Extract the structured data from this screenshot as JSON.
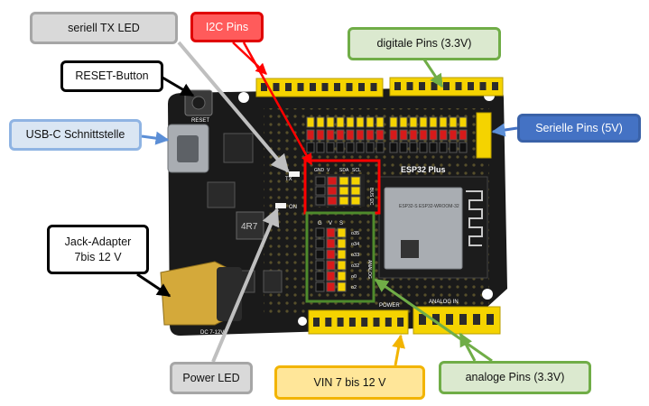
{
  "callouts": {
    "serial_tx_led": "seriell TX LED",
    "i2c_pins": "I2C Pins",
    "digital_pins": "digitale  Pins (3.3V)",
    "reset_button": "RESET-Button",
    "usbc": "USB-C Schnittstelle",
    "serial_pins": "Serielle Pins (5V)",
    "jack_adapter": "Jack-Adapter\n7bis 12 V",
    "power_led": "Power LED",
    "vin": "VIN 7 bis 12 V",
    "analog_pins": "analoge  Pins (3.3V)"
  },
  "board": {
    "module_name": "ESP32 Plus",
    "reset_label": "RESET",
    "dc_label": "DC 7-12V",
    "inductor_label": "4R7",
    "tx_label": "TX",
    "on_label": "ON",
    "bus_i2c_label": "BUS I2C",
    "analog_vertical_label": "ANALOG",
    "i2c_header": [
      "GND",
      "V",
      "SDA",
      "SCL"
    ],
    "analog_header": [
      "G",
      "V",
      "S"
    ],
    "analog_pin_labels": [
      "o35",
      "o34",
      "o33",
      "o32",
      "o0",
      "o2"
    ],
    "power_label": "POWER",
    "analog_in_label": "ANALOG IN",
    "chip_label": "ESP32-S  ESP32-WROOM-32"
  },
  "colors": {
    "board": "#1a1a1a",
    "header_yellow": "#f5d300",
    "pin_red": "#d71a1a",
    "pin_black": "#101010",
    "i2c_box": "#ff0000",
    "analog_box": "#4e8a2c",
    "shield": "#a9adb2",
    "jack": "#d4a93a"
  }
}
